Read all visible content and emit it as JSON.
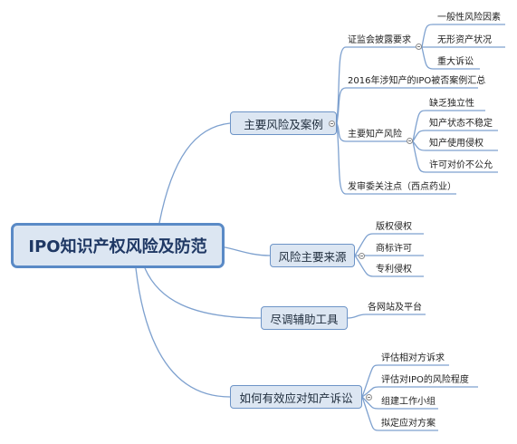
{
  "root": "IPO知识产权风险及防范",
  "branches": [
    {
      "label": "主要风险及案例",
      "children": [
        {
          "label": "证监会披露要求",
          "children": [
            "一般性风险因素",
            "无形资产状况",
            "重大诉讼"
          ]
        },
        {
          "label": "2016年涉知产的IPO被否案例汇总"
        },
        {
          "label": "主要知产风险",
          "children": [
            "缺乏独立性",
            "知产状态不稳定",
            "知产使用侵权",
            "许可对价不公允"
          ]
        },
        {
          "label": "发审委关注点（西点药业）"
        }
      ]
    },
    {
      "label": "风险主要来源",
      "children": [
        "版权侵权",
        "商标许可",
        "专利侵权"
      ]
    },
    {
      "label": "尽调辅助工具",
      "children": [
        "各网站及平台"
      ]
    },
    {
      "label": "如何有效应对知产诉讼",
      "children": [
        "评估相对方诉求",
        "评估对IPO的风险程度",
        "组建工作小组",
        "拟定应对方案"
      ]
    }
  ]
}
